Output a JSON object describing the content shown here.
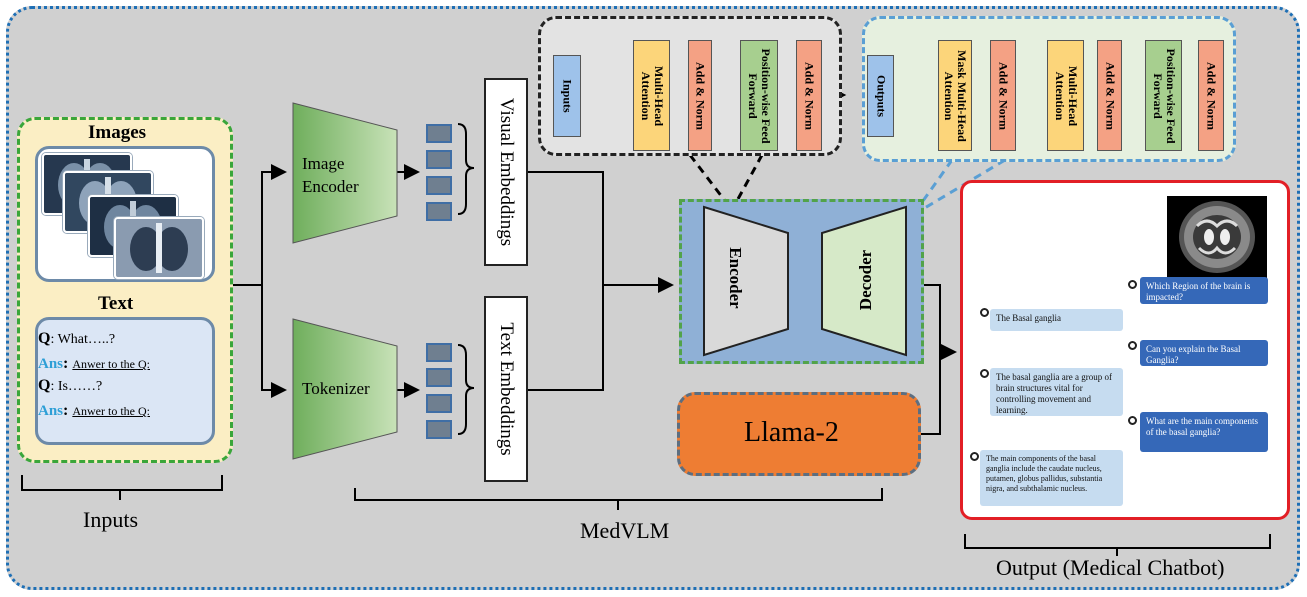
{
  "inputs": {
    "images_heading": "Images",
    "text_heading": "Text",
    "qa": [
      {
        "q_label": "Q",
        "q_text": ": What…..?",
        "a_label": "Ans",
        "a_text": "Anwer to the Q:"
      },
      {
        "q_label": "Q",
        "q_text": ": Is……?",
        "a_label": "Ans",
        "a_text": "Anwer to the Q:"
      }
    ],
    "caption": "Inputs"
  },
  "pipeline": {
    "image_encoder": "Image\nEncoder",
    "image_encoder_line1": "Image",
    "image_encoder_line2": "Encoder",
    "tokenizer": "Tokenizer",
    "visual_embeddings": "Visual Embeddings",
    "text_embeddings": "Text Embeddings",
    "encoder": "Encoder",
    "decoder": "Decoder",
    "llama": "Llama-2",
    "caption": "MedVLM"
  },
  "encoder_detail": {
    "inputs": "Inputs",
    "multi_head": "Multi-Head Attention",
    "add_norm_1": "Add & Norm",
    "position_ff": "Position-wise Feed Forward",
    "add_norm_2": "Add & Norm"
  },
  "decoder_detail": {
    "outputs": "Outputs",
    "mask_multi_head": "Mask Multi-Head Attention",
    "add_norm_1": "Add & Norm",
    "multi_head": "Multi-Head Attention",
    "add_norm_2": "Add & Norm",
    "position_ff": "Position-wise Feed Forward",
    "add_norm_3": "Add & Norm"
  },
  "output": {
    "caption": "Output (Medical Chatbot)",
    "messages": [
      {
        "role": "user",
        "text": "Which Region of the  brain is impacted?"
      },
      {
        "role": "bot",
        "text": "The Basal ganglia"
      },
      {
        "role": "user",
        "text": "Can you explain the Basal Ganglia?"
      },
      {
        "role": "bot",
        "text": "The basal ganglia are a group of brain structures vital for controlling movement and learning."
      },
      {
        "role": "user",
        "text": "What are the main components of the basal ganglia?"
      },
      {
        "role": "bot",
        "text": "The main components of the basal ganglia include the caudate nucleus, putamen, globus pallidus, substantia nigra, and subthalamic nucleus."
      }
    ]
  },
  "colors": {
    "frame_border": "#1e6fb5",
    "panel_bg": "#d0d0d0",
    "encoder_trap": "#8fbf7a",
    "llama": "#ee7d33",
    "output_border": "#e21f26",
    "ans": "#2e9fd6"
  }
}
